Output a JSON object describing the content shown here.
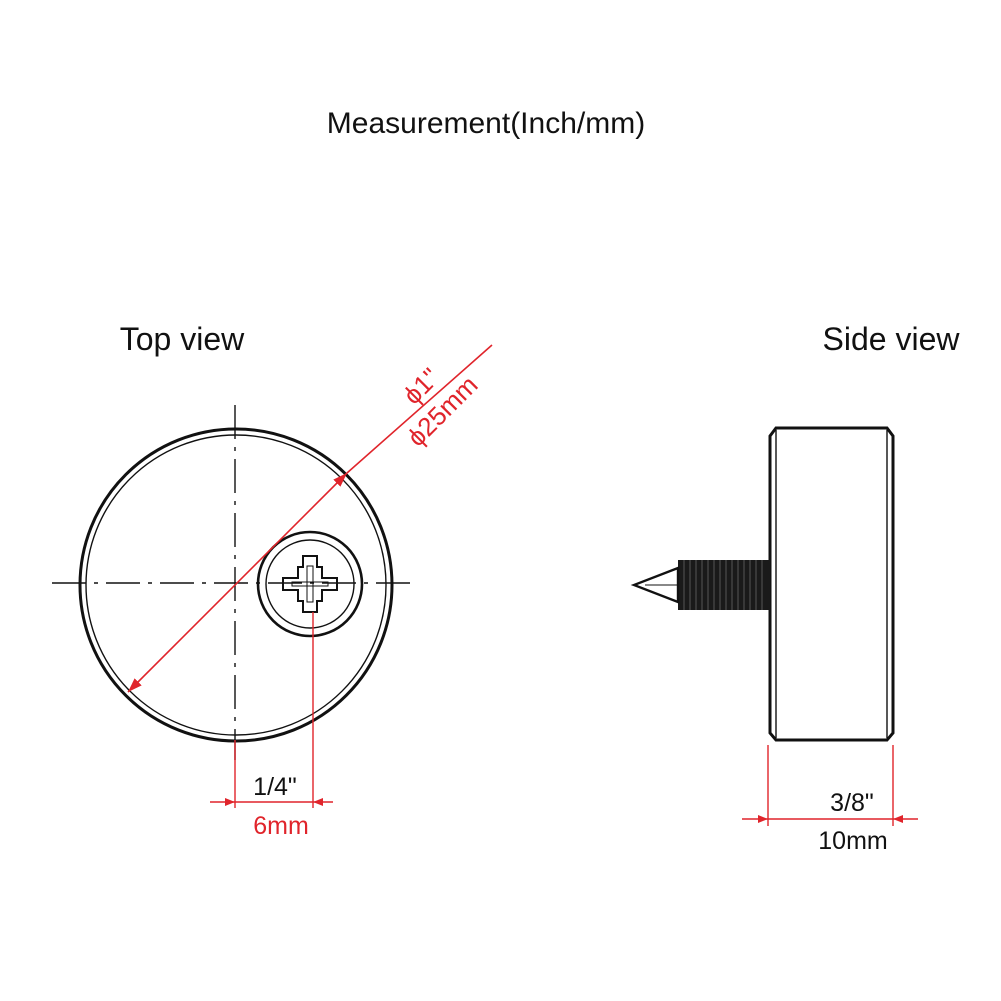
{
  "title": "Measurement(Inch/mm)",
  "top_view": {
    "label": "Top view",
    "diameter_inch": "ϕ1\"",
    "diameter_mm": "ϕ25mm",
    "offset_inch": "1/4\"",
    "offset_mm": "6mm"
  },
  "side_view": {
    "label": "Side view",
    "thickness_inch": "3/8\"",
    "thickness_mm": "10mm"
  },
  "colors": {
    "outline": "#111111",
    "dimension": "#e0242b"
  }
}
